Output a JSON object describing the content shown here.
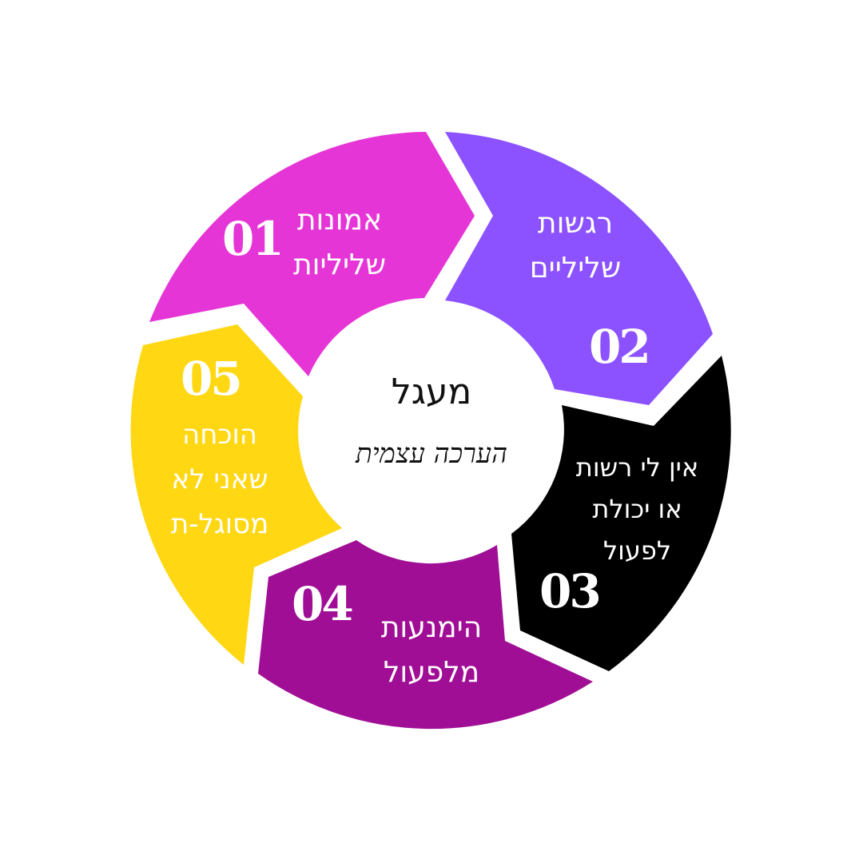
{
  "center": {
    "title": "מעגל",
    "subtitle": "הערכה עצמית"
  },
  "segments": [
    {
      "number": "01",
      "line1": "אמונות",
      "line2": "שליליות",
      "color": "#E535D6"
    },
    {
      "number": "02",
      "line1": "רגשות",
      "line2": "שליליים",
      "color": "#8C52FF"
    },
    {
      "number": "03",
      "line1": "אין לי רשות",
      "line2": "או יכולת",
      "line3": "לפעול",
      "color": "#000000"
    },
    {
      "number": "04",
      "line1": "הימנעות",
      "line2": "מלפעול",
      "color": "#A00E96"
    },
    {
      "number": "05",
      "line1": "הוכחה",
      "line2": "שאני לא",
      "line3": "מסוגל-ת",
      "color": "#FFD713"
    }
  ]
}
